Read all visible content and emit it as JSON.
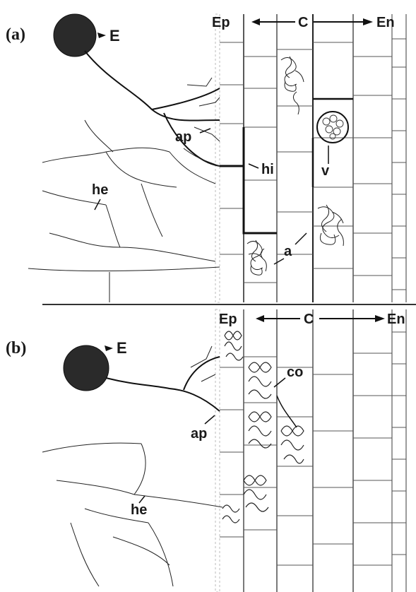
{
  "figure": {
    "panel_a": {
      "panel_label": "(a)",
      "labels": {
        "E": "E",
        "Ep": "Ep",
        "C": "C",
        "En": "En",
        "ap": "ap",
        "hi": "hi",
        "he": "he",
        "v": "v",
        "a": "a"
      }
    },
    "panel_b": {
      "panel_label": "(b)",
      "labels": {
        "E": "E",
        "Ep": "Ep",
        "C": "C",
        "En": "En",
        "ap": "ap",
        "co": "co",
        "he": "he"
      }
    }
  },
  "colors": {
    "ink": "#222222",
    "faint": "#9a9a9a",
    "background": "#ffffff"
  }
}
